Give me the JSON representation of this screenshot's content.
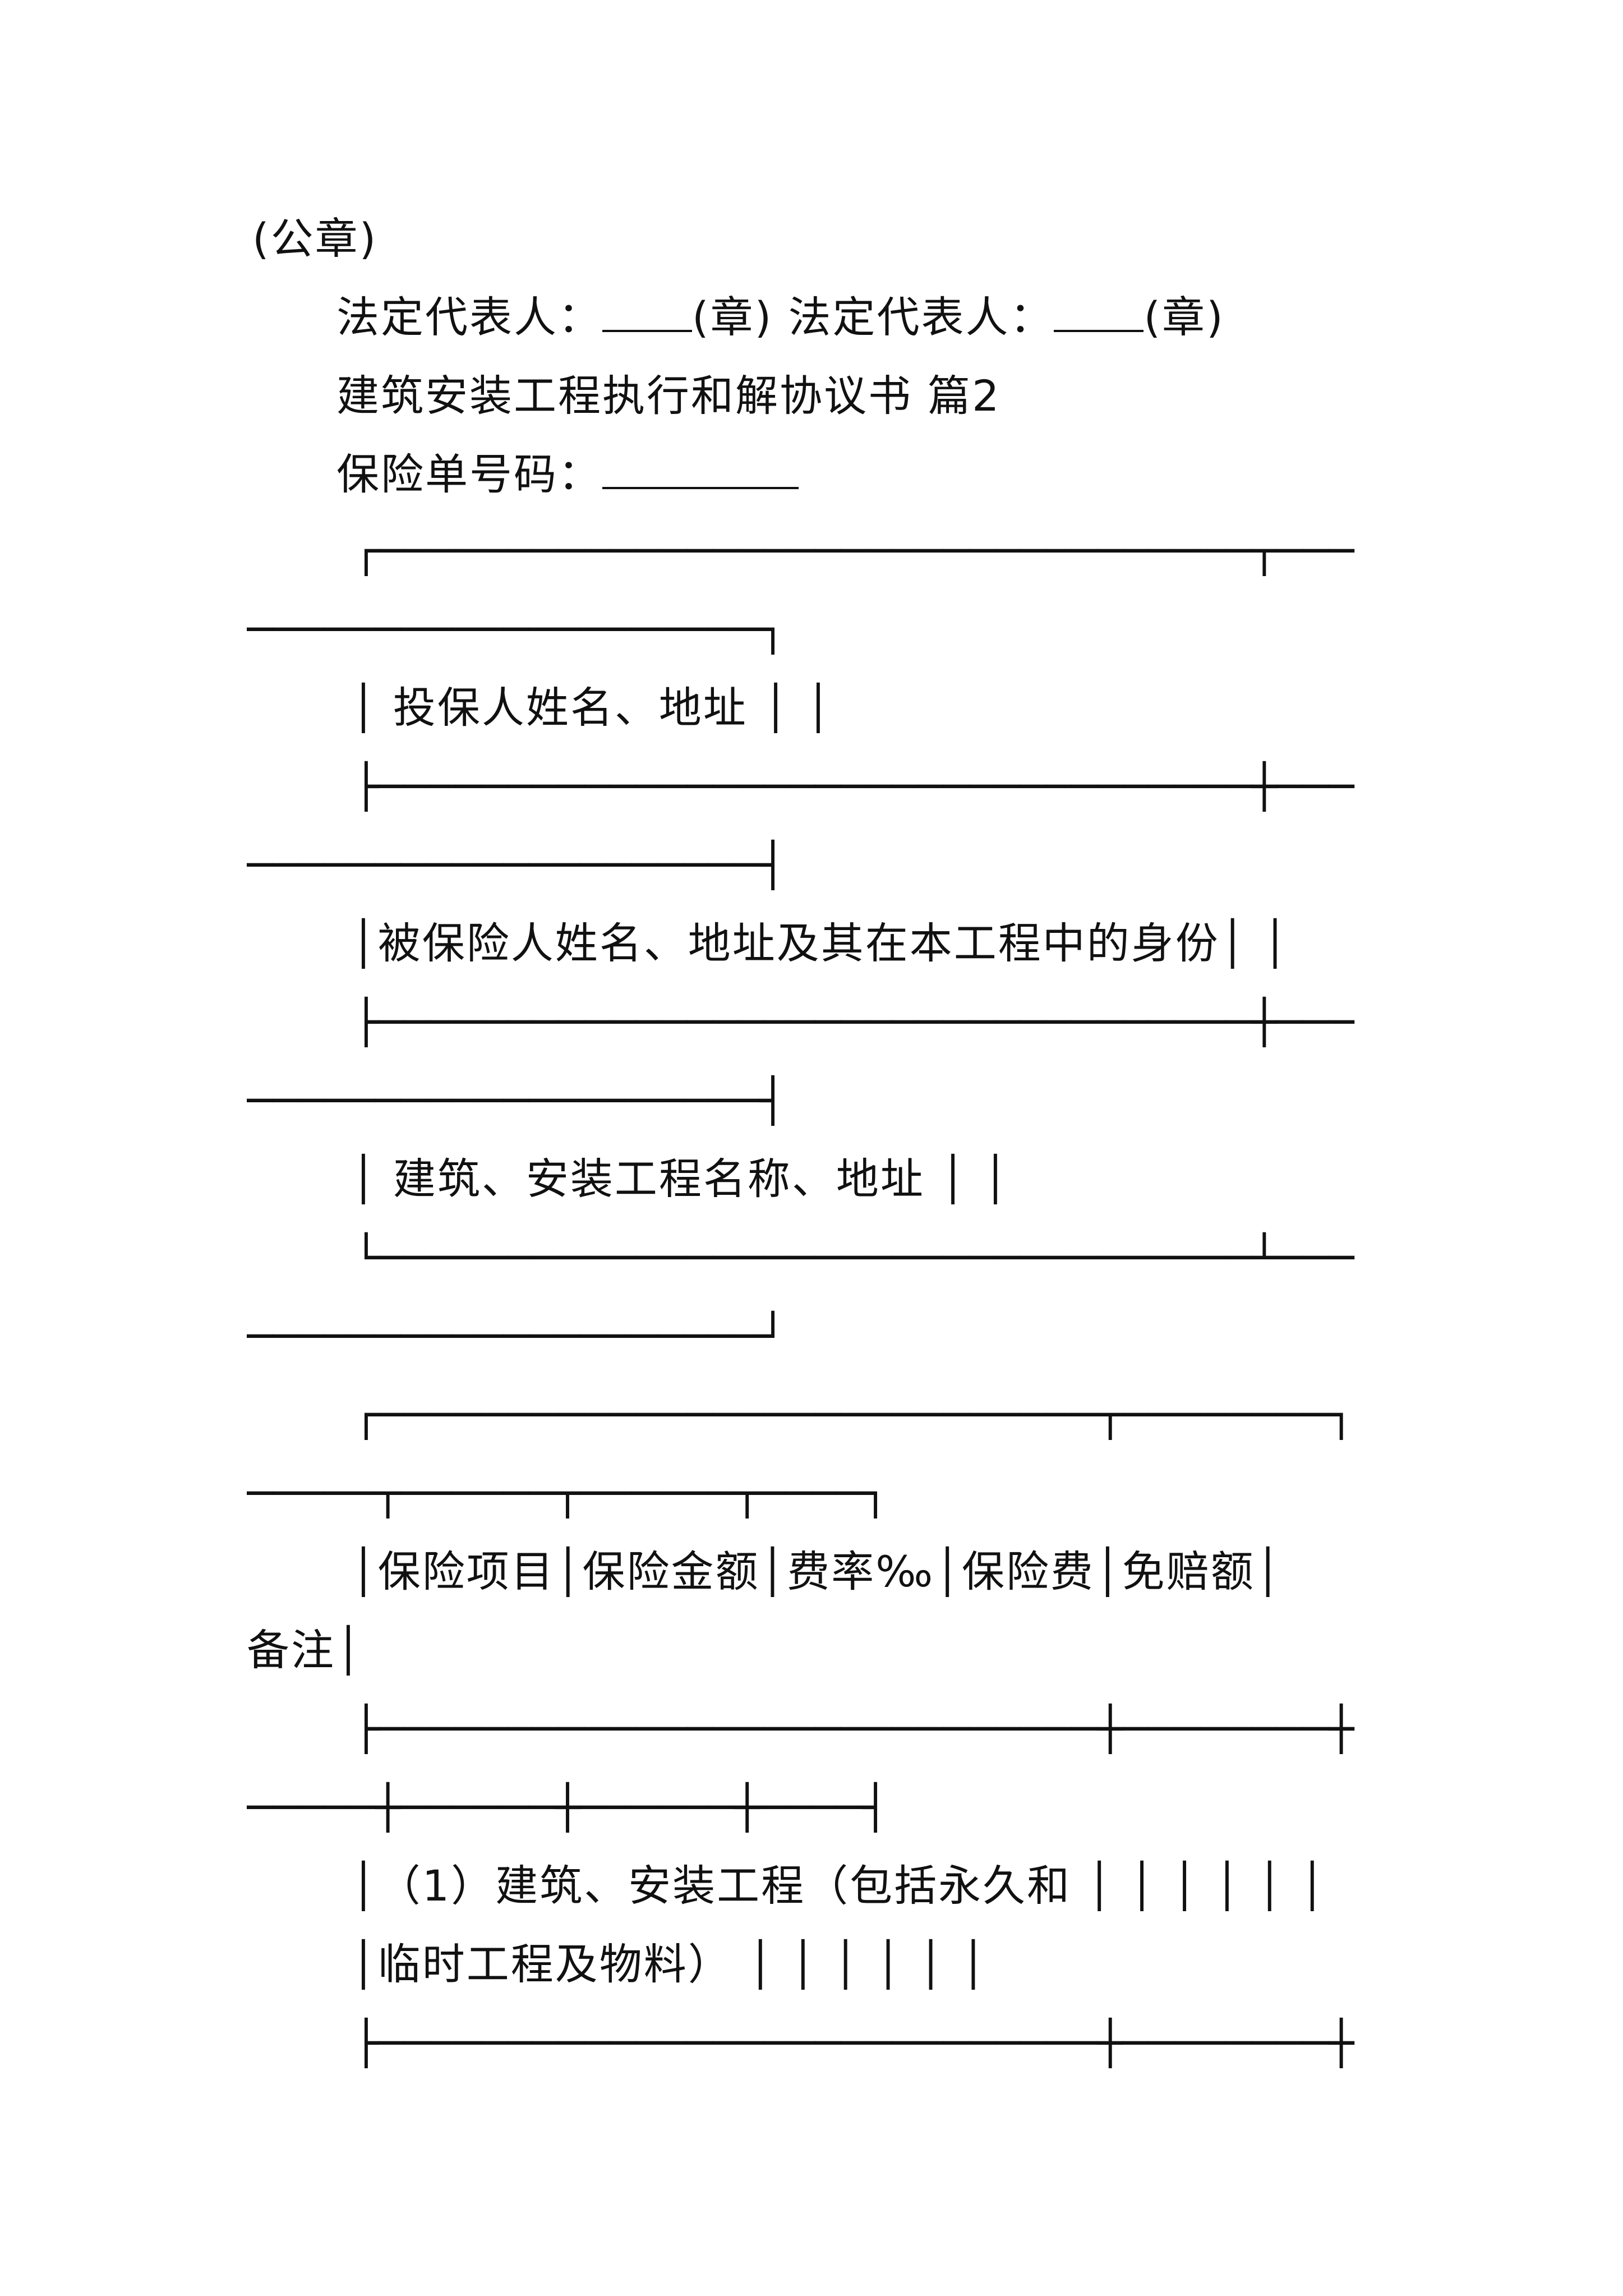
{
  "seal_line": "(公章)",
  "signature_line": {
    "label_1": "法定代表人：",
    "seal_1": "(章)",
    "label_2": "法定代表人：",
    "seal_2": "(章)"
  },
  "doc_title": "建筑安装工程执行和解协议书 篇2",
  "policy_number_label": "保险单号码：",
  "table1": {
    "top_border_a": "┌──────────────────────────────────┬───",
    "top_border_b": "────────────────────┐",
    "rows": [
      {
        "text": "│ 投保人姓名、地址 │ │"
      },
      {
        "text": "│被保险人姓名、地址及其在本工程中的身份│ │"
      },
      {
        "text": "│ 建筑、安装工程名称、地址 │ │"
      }
    ],
    "mid_border_a": "├──────────────────────────────────┼───",
    "mid_border_b": "────────────────────┤",
    "bottom_border_a": "└──────────────────────────────────┴───",
    "bottom_border_b": "────────────────────┘"
  },
  "table2": {
    "top_border_a": "┌────────────────────────────┬────────┐",
    "top_border_b": "─────┬──────┬──────┬────┐",
    "header_line_1": "│保险项目│保险金额│费率‰│保险费│免赔额│",
    "header_line_2": "备注│",
    "mid_border_a": "├────────────────────────────┼────────┼",
    "mid_border_b": "─────┼──────┼──────┼────┤",
    "row1_line_1": "│（1）建筑、安装工程（包括永久和 │ │ │ │ │ │",
    "row1_line_2": "│临时工程及物料） │ │ │ │ │ │",
    "bottom_border_a": "├────────────────────────────┼────────┼"
  }
}
